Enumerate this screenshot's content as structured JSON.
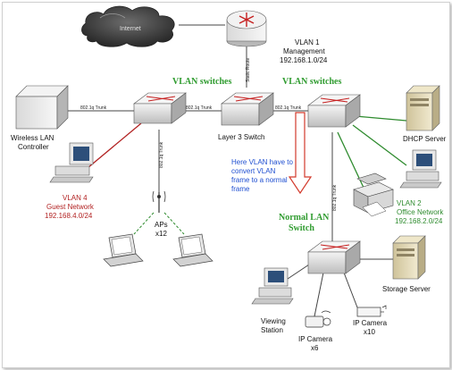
{
  "colors": {
    "green_link": "#2e8b2e",
    "red_link": "#b22222",
    "note_blue": "#1f4fd1",
    "arrow_red": "#d33a2c"
  },
  "icons": {
    "cloud": "internet-cloud-icon",
    "router": "router-icon",
    "switch": "switch-icon",
    "server": "server-icon",
    "workstation": "workstation-icon",
    "laptop": "laptop-icon",
    "printer": "printer-icon",
    "camera": "ip-camera-icon",
    "antenna": "access-point-icon",
    "wlc": "wireless-lan-controller-icon"
  },
  "labels": {
    "internet": "Internet",
    "static_route": "Static Route",
    "vlan1_title": "VLAN 1",
    "vlan1_sub": "Management",
    "vlan1_net": "192.168.1.0/24",
    "vlan_switches_left": "VLAN switches",
    "vlan_switches_right": "VLAN switches",
    "trunk_wlc": "802.1q Trunk",
    "trunk_l3": "802.1q Trunk",
    "trunk_right": "802.1q Trunk",
    "trunk_down_left": "802.1q Trunk",
    "trunk_down_right": "802.1q Trunk",
    "wlc_line1": "Wireless LAN",
    "wlc_line2": "Controller",
    "l3_switch": "Layer 3 Switch",
    "dhcp_server": "DHCP Server",
    "note_line1": "Here VLAN have to",
    "note_line2": "convert VLAN",
    "note_line3": "frame to a normal",
    "note_line4": "frame",
    "normal_lan_1": "Normal LAN",
    "normal_lan_2": "Switch",
    "vlan4_title": "VLAN 4",
    "vlan4_sub": "Guest Network",
    "vlan4_net": "192.168.4.0/24",
    "vlan2_title": "VLAN 2",
    "vlan2_sub": "Office Network",
    "vlan2_net": "192.168.2.0/24",
    "aps_line1": "APs",
    "aps_line2": "x12",
    "storage_server": "Storage Server",
    "viewing_line1": "Viewing",
    "viewing_line2": "Station",
    "cam1_line1": "IP Camera",
    "cam1_line2": "x6",
    "cam2_line1": "IP Camera",
    "cam2_line2": "x10"
  }
}
